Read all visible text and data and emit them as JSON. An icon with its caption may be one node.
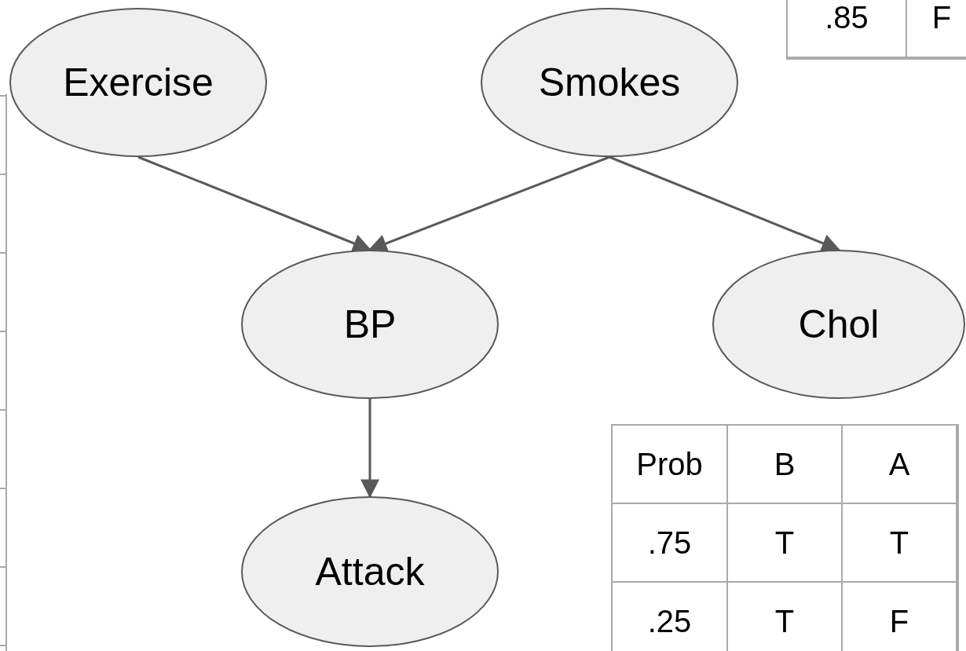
{
  "diagram": {
    "nodes": [
      {
        "text": [
          "Exercise"
        ]
      },
      {
        "text": [
          "Smokes"
        ]
      },
      {
        "text": [
          "BP"
        ]
      },
      {
        "text": [
          "Chol"
        ]
      },
      {
        "text": [
          "Attack"
        ]
      }
    ],
    "edges": [
      {
        "from": 0,
        "to": 2,
        "arrow": "to"
      },
      {
        "from": 1,
        "to": 2,
        "arrow": "to"
      },
      {
        "from": 1,
        "to": 3,
        "arrow": "to"
      },
      {
        "from": 2,
        "to": 4,
        "arrow": "to"
      }
    ],
    "labels": [
      ".85",
      "F",
      "Prob",
      "B",
      "A",
      ".75",
      "T",
      "T",
      ".25",
      "T",
      "F"
    ]
  }
}
